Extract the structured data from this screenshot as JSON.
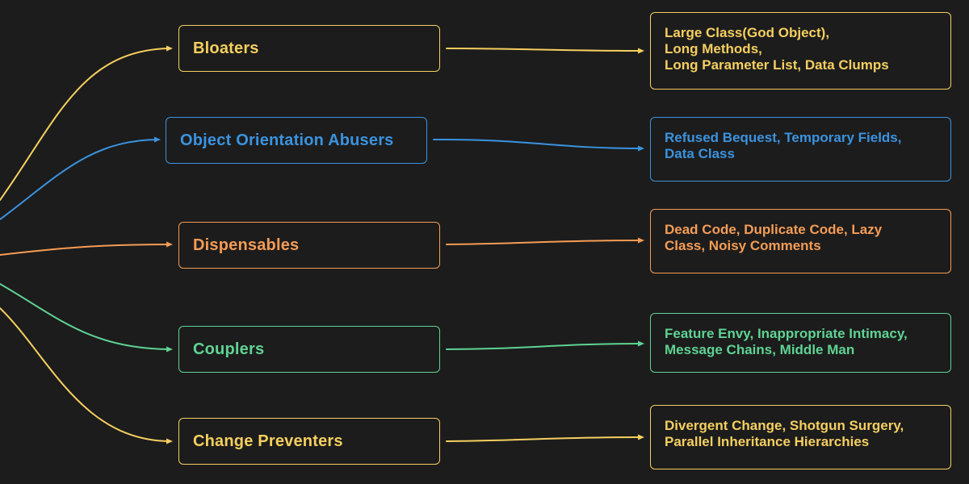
{
  "colors": {
    "background": "#1c1c1c",
    "bloaters": "#f5cf5f",
    "object_orientation_abusers": "#3a93df",
    "dispensables": "#f59c55",
    "couplers": "#5fd394",
    "change_preventers": "#f5cf5f"
  },
  "categories": [
    {
      "id": "bloaters",
      "label": "Bloaters",
      "details": [
        "Large Class(God Object),",
        "Long Methods,",
        "Long Parameter List, Data Clumps"
      ]
    },
    {
      "id": "object_orientation_abusers",
      "label": "Object Orientation Abusers",
      "details": [
        "Refused Bequest, Temporary Fields,",
        "Data Class"
      ]
    },
    {
      "id": "dispensables",
      "label": "Dispensables",
      "details": [
        "Dead Code, Duplicate Code, Lazy",
        "Class, Noisy Comments"
      ]
    },
    {
      "id": "couplers",
      "label": "Couplers",
      "details": [
        "Feature Envy, Inappropriate Intimacy,",
        "Message Chains, Middle Man"
      ]
    },
    {
      "id": "change_preventers",
      "label": "Change Preventers",
      "details": [
        "Divergent Change, Shotgun Surgery,",
        "Parallel Inheritance Hierarchies"
      ]
    }
  ]
}
